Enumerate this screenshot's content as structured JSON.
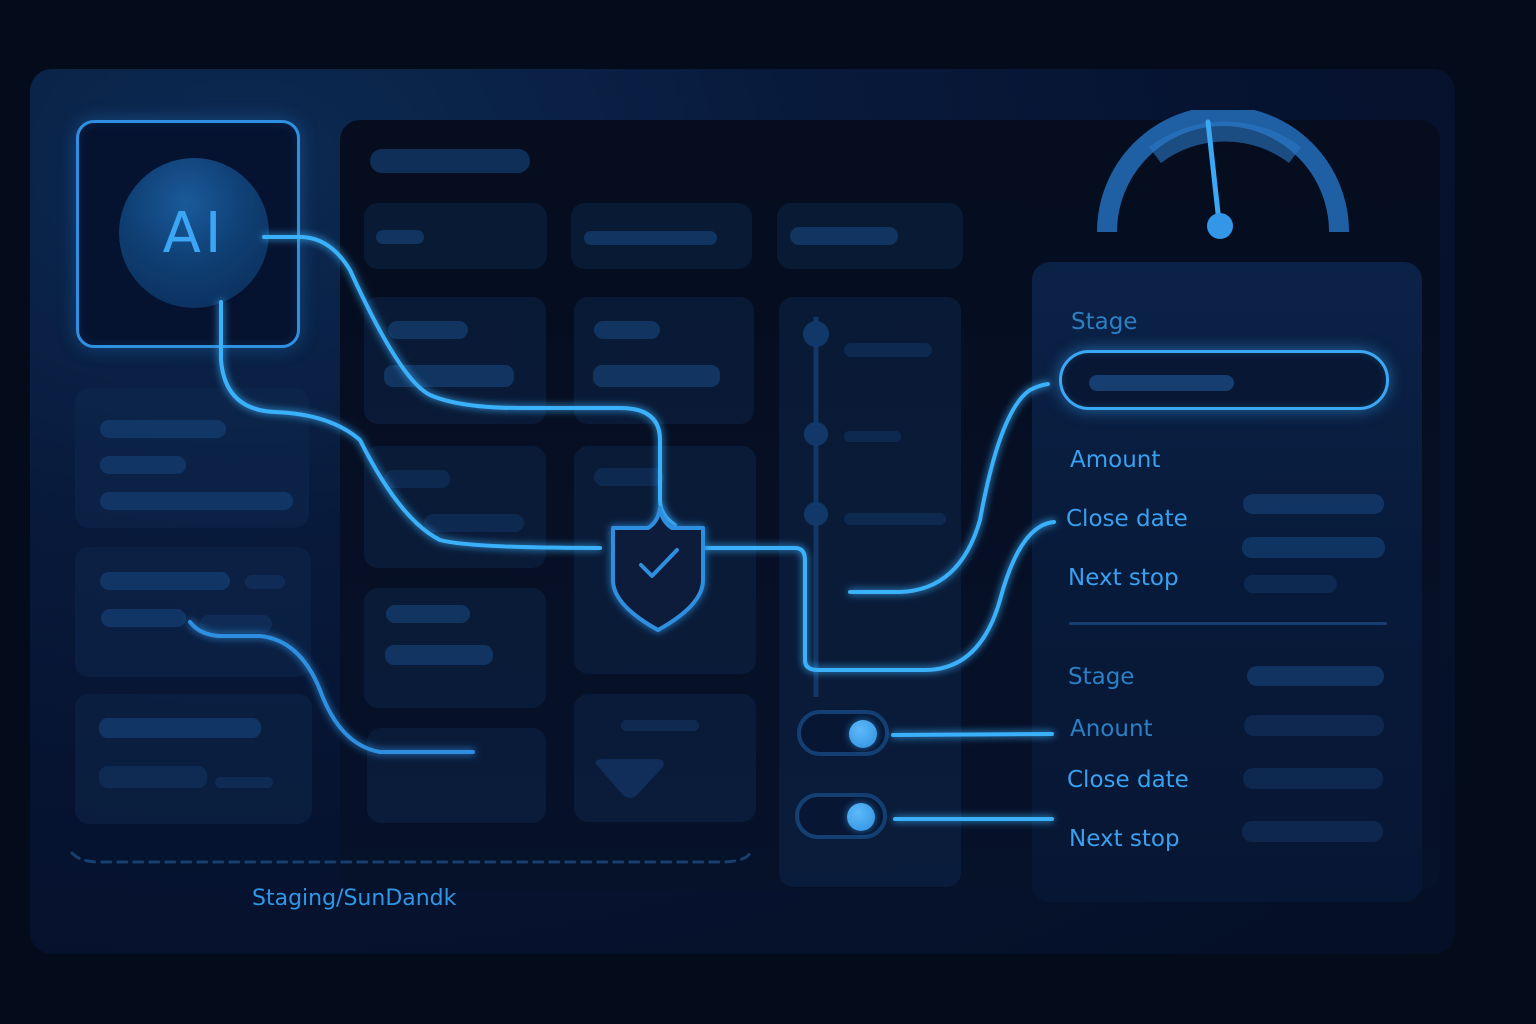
{
  "ai_badge": {
    "label": "AI"
  },
  "form": {
    "section1": {
      "stage_label": "Stage",
      "amount_label": "Amount",
      "close_date_label": "Close date",
      "next_step_label": "Next stop"
    },
    "section2": {
      "stage_label": "Stage",
      "amount_label": "Anount",
      "close_date_label": "Close date",
      "next_step_label": "Next stop"
    }
  },
  "toggles": [
    {
      "name": "amount-toggle",
      "state": "on"
    },
    {
      "name": "next-step-toggle",
      "state": "on"
    }
  ],
  "footer": {
    "environment_path": "Staging/SunDandk"
  },
  "colors": {
    "background": "#040b1a",
    "frame": "#08193a",
    "accent": "#3aa8f5",
    "accent_dim": "#2f8fe0",
    "placeholder": "#16427a"
  }
}
